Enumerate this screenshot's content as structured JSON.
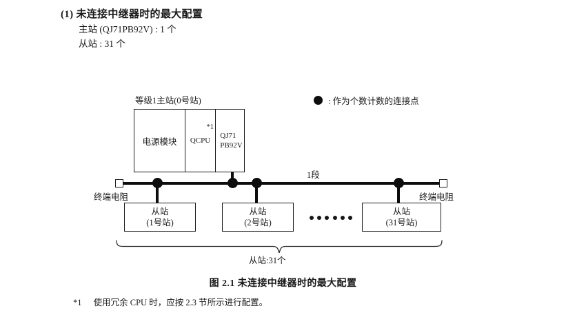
{
  "heading": {
    "number": "(1)",
    "title": "未连接中继器时的最大配置",
    "line1": "主站 (QJ71PB92V) : 1 个",
    "line2": "从站 : 31 个"
  },
  "legend": {
    "marker": "filled-circle",
    "text": ": 作为个数计数的连接点"
  },
  "diagram": {
    "master": {
      "caption": "等级1主站(0号站)",
      "cells": [
        {
          "label": "电源模块"
        },
        {
          "label": "QCPU",
          "footnote_mark": "*1"
        },
        {
          "label_line1": "QJ71",
          "label_line2": "PB92V"
        }
      ]
    },
    "segment_label": "1段",
    "terminator_left_label": "终端电阻",
    "terminator_right_label": "终端电阻",
    "slaves": [
      {
        "name": "从站",
        "station": "(1号站)"
      },
      {
        "name": "从站",
        "station": "(2号站)"
      },
      {
        "name": "从站",
        "station": "(31号站)"
      }
    ],
    "ellipsis_dots": 6,
    "brace_label": "从站:31个",
    "node_dot_count": 4
  },
  "figure_caption": "图 2.1  未连接中继器时的最大配置",
  "footnote": {
    "mark": "*1",
    "text": "使用冗余 CPU 时，应按 2.3 节所示进行配置。"
  },
  "colors": {
    "ink": "#1a1a1a",
    "line": "#0d0d0d",
    "background": "#ffffff"
  }
}
